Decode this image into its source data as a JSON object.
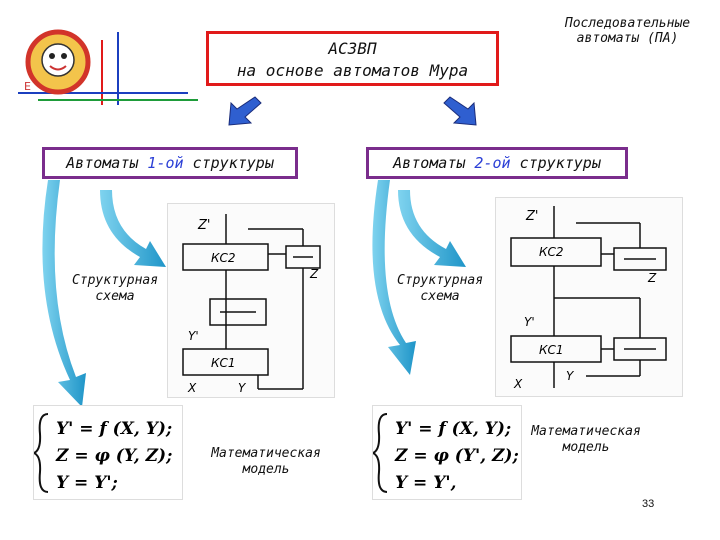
{
  "header": {
    "title_line1": "АСЗВП",
    "title_line2": "на основе автоматов Мура"
  },
  "corner_note": {
    "line1": "Последовательные",
    "line2": "автоматы (ПА)"
  },
  "left": {
    "struct_prefix": "Автоматы ",
    "struct_num": "1-ой",
    "struct_suffix": " структуры",
    "structural_line1": "Структурная",
    "structural_line2": "схема",
    "math_line1": "Математическая",
    "math_line2": "модель",
    "diagram": {
      "z_prime": "Z'",
      "ks2": "КС2",
      "z": "Z",
      "y_prime": "Y'",
      "ks1": "КС1",
      "x": "X",
      "y": "Y"
    },
    "equations": [
      "Y' = f (X, Y);",
      "Z = φ (Y, Z);",
      "Y = Y';"
    ]
  },
  "right": {
    "struct_prefix": "Автоматы ",
    "struct_num": "2-ой",
    "struct_suffix": " структуры",
    "structural_line1": "Структурная",
    "structural_line2": "схема",
    "math_line1": "Математическая",
    "math_line2": "модель",
    "diagram": {
      "z_prime": "Z'",
      "ks2": "КС2",
      "z": "Z",
      "y_prime": "Y'",
      "ks1": "КС1",
      "x": "X",
      "y": "Y"
    },
    "equations": [
      "Y' = f (X, Y);",
      "Z = φ (Y', Z);",
      "Y = Y',"
    ]
  },
  "page_number": "33",
  "colors": {
    "title_border": "#e11a1a",
    "struct_border": "#7a2d8c",
    "arrow": "#2aa7d6",
    "number": "#2b3fd6"
  }
}
